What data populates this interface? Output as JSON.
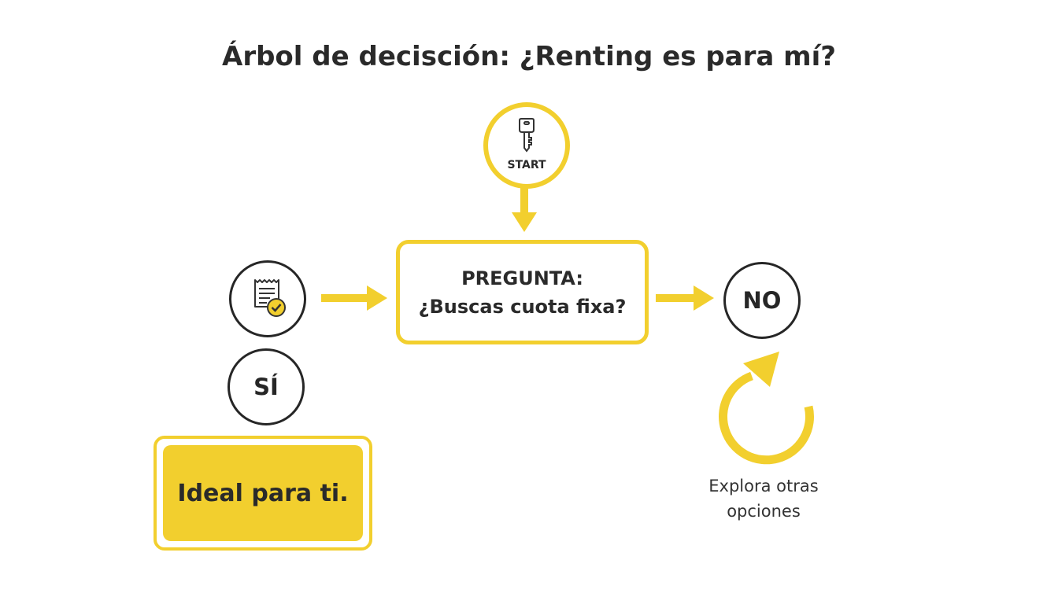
{
  "title": "Árbol de decisción: ¿Renting es para mí?",
  "start": {
    "label": "START",
    "icon": "key-icon"
  },
  "question": {
    "line1": "PREGUNTA:",
    "line2": "¿Buscas cuota fixa?"
  },
  "yes": {
    "label": "SÍ",
    "icon": "document-check-icon",
    "result": "Ideal para ti."
  },
  "no": {
    "label": "NO",
    "icon": "refresh-arrow-icon",
    "result_line1": "Explora otras",
    "result_line2": "opciones"
  },
  "colors": {
    "accent": "#f2cf2e",
    "outline": "#262626",
    "text": "#2a2a2a"
  }
}
